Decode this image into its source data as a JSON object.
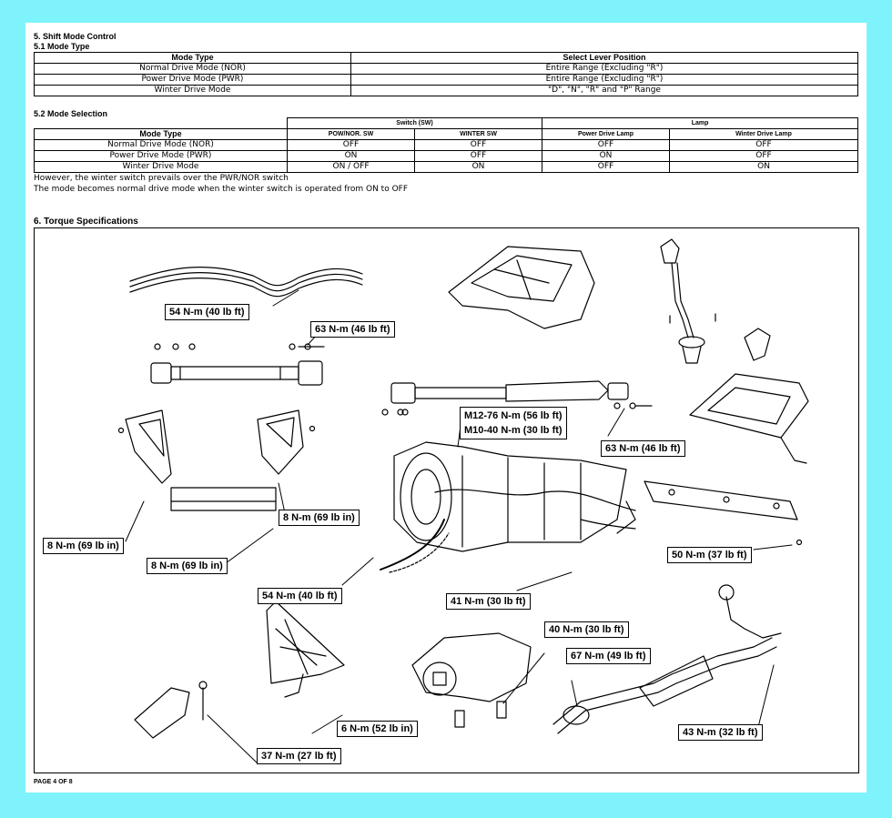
{
  "sections": {
    "shift_mode": "5. Shift Mode Control",
    "mode_type": "5.1 Mode Type",
    "mode_selection": "5.2 Mode Selection",
    "torque": "6. Torque Specifications"
  },
  "table1": {
    "headers": [
      "Mode Type",
      "Select Lever Position"
    ],
    "rows": [
      [
        "Normal Drive Mode (NOR)",
        "Entire Range (Excluding \"R\")"
      ],
      [
        "Power Drive Mode (PWR)",
        "Entire Range (Excluding \"R\")"
      ],
      [
        "Winter Drive Mode",
        "\"D\", \"N\", \"R\" and \"P\" Range"
      ]
    ]
  },
  "table2": {
    "group_switch": "Switch (SW)",
    "group_lamp": "Lamp",
    "headers": [
      "Mode Type",
      "POW/NOR. SW",
      "WINTER SW",
      "Power Drive Lamp",
      "Winter Drive Lamp"
    ],
    "rows": [
      [
        "Normal Drive Mode (NOR)",
        "OFF",
        "OFF",
        "OFF",
        "OFF"
      ],
      [
        "Power Drive Mode (PWR)",
        "ON",
        "OFF",
        "ON",
        "OFF"
      ],
      [
        "Winter Drive Mode",
        "ON / OFF",
        "ON",
        "OFF",
        "ON"
      ]
    ]
  },
  "notes": [
    "However, the winter switch prevails over the PWR/NOR switch",
    "The mode becomes normal drive mode when the winter switch is operated from ON to OFF"
  ],
  "torque_labels": {
    "l1": "54 N-m (40 lb ft)",
    "l2": "63 N-m (46 lb ft)",
    "l3a": "M12-76 N-m (56 lb ft)",
    "l3b": "M10-40 N-m (30 lb ft)",
    "l4": "63 N-m (46 lb ft)",
    "l5": "8 N-m (69 lb in)",
    "l6": "8 N-m (69 lb in)",
    "l7": "8 N-m (69 lb in)",
    "l8": "50 N-m (37 lb ft)",
    "l9": "54 N-m (40 lb ft)",
    "l10": "41 N-m (30 lb ft)",
    "l11": "40 N-m (30 lb ft)",
    "l12": "67 N-m (49 lb ft)",
    "l13": "6 N-m (52 lb in)",
    "l14": "43 N-m (32 lb ft)",
    "l15": "37 N-m (27 lb ft)"
  },
  "footer": "PAGE 4 OF 8"
}
